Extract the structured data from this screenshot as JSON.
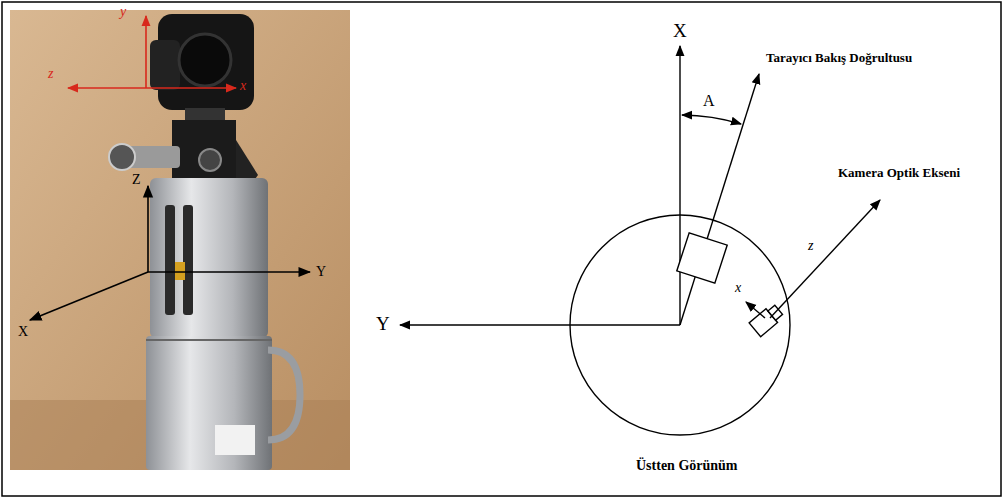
{
  "diagram": {
    "labels": [
      "y",
      "z",
      "x",
      "Z",
      "Y",
      "X",
      "X",
      "Tarayıcı Bakış Doğrultusu",
      "Kamera Optik Ekseni",
      "A",
      "Y",
      "z",
      "x",
      "Üstten Görünüm"
    ]
  }
}
